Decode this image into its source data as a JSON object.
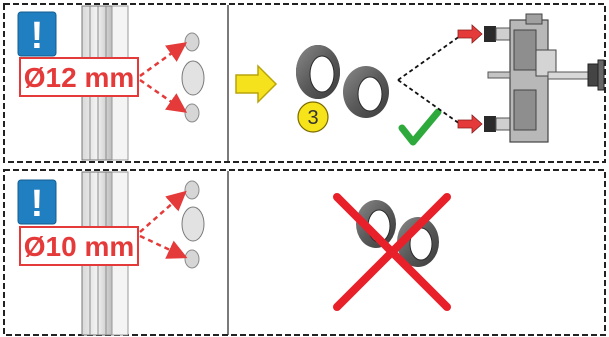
{
  "panels": [
    {
      "id": "top",
      "dimension_label": "Ø12 mm",
      "warning_symbol": "!",
      "step_number": "3",
      "verdict": "correct",
      "verdict_icon": "check-mark-icon"
    },
    {
      "id": "bottom",
      "dimension_label": "Ø10 mm",
      "warning_symbol": "!",
      "verdict": "incorrect",
      "verdict_icon": "cross-out-icon"
    }
  ],
  "colors": {
    "warning_blue": "#1f7fc1",
    "dimension_red": "#e53a3a",
    "arrow_yellow": "#f5e21c",
    "step_badge": "#f7e31a",
    "check_green": "#2eaa3c",
    "cross_red": "#e8202a",
    "ring_gray": "#6d6d6d"
  }
}
